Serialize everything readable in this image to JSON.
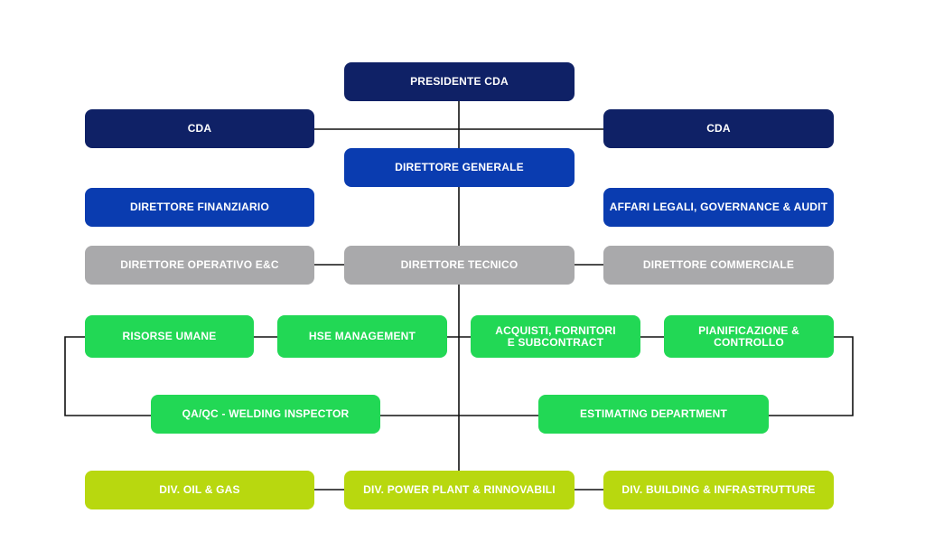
{
  "colors": {
    "navy": "#0f2166",
    "blue": "#0a3cb0",
    "gray": "#a9a9ab",
    "green": "#22d855",
    "lime": "#b8d80f",
    "connector": "#111111"
  },
  "org": {
    "presidente": "PRESIDENTE CDA",
    "cda_left": "CDA",
    "cda_right": "CDA",
    "direttore_generale": "DIRETTORE GENERALE",
    "direttore_finanziario": "DIRETTORE FINANZIARIO",
    "affari_legali": "AFFARI LEGALI, GOVERNANCE & AUDIT",
    "direttore_operativo": "DIRETTORE OPERATIVO E&C",
    "direttore_tecnico": "DIRETTORE TECNICO",
    "direttore_commerciale": "DIRETTORE COMMERCIALE",
    "risorse_umane": "RISORSE UMANE",
    "hse": "HSE MANAGEMENT",
    "acquisti": "ACQUISTI, FORNITORI E SUBCONTRACT",
    "pianificazione": "PIANIFICAZIONE & CONTROLLO",
    "qaqc": "QA/QC - WELDING INSPECTOR",
    "estimating": "ESTIMATING DEPARTMENT",
    "div_oil": "DIV. OIL & GAS",
    "div_power": "DIV. POWER PLANT & RINNOVABILI",
    "div_building": "DIV. BUILDING & INFRASTRUTTURE"
  }
}
